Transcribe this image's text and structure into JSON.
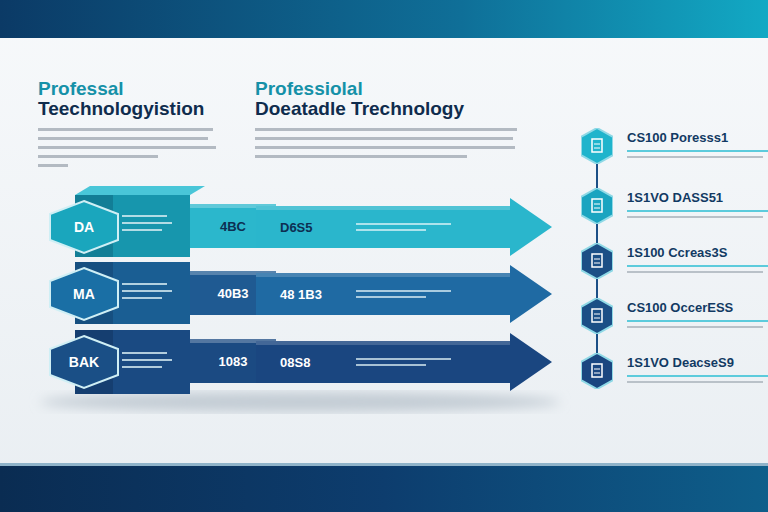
{
  "diagram": {
    "nodes": [
      {
        "text": [
          "DA"
        ]
      },
      {
        "text": [
          "4BC"
        ]
      },
      {
        "text": [
          "D6S5"
        ]
      },
      {
        "text": [
          "MA"
        ]
      },
      {
        "text": [
          "40B3"
        ]
      },
      {
        "text": [
          "48 1B3"
        ]
      },
      {
        "text": [
          "BAK"
        ]
      },
      {
        "text": [
          "1083"
        ]
      },
      {
        "text": [
          "08S8"
        ]
      },
      {
        "text": [
          "CS100 Poresss1"
        ]
      },
      {
        "text": [
          "1S1VO DASS51"
        ]
      },
      {
        "text": [
          "1S100 Ccreas3S"
        ]
      },
      {
        "text": [
          "CS100 OccerESS"
        ]
      },
      {
        "text": [
          "1S1VO DeacseS9"
        ]
      }
    ],
    "edges": [
      {
        "from": 9,
        "to": 10,
        "arrow": "none"
      },
      {
        "from": 10,
        "to": 11,
        "arrow": "none"
      },
      {
        "from": 11,
        "to": 12,
        "arrow": "none"
      },
      {
        "from": 12,
        "to": 13,
        "arrow": "none"
      }
    ],
    "labels": [
      "Professal",
      "Teechnologyistion",
      "Professiolal",
      "Doeatadle Trechnology"
    ]
  }
}
